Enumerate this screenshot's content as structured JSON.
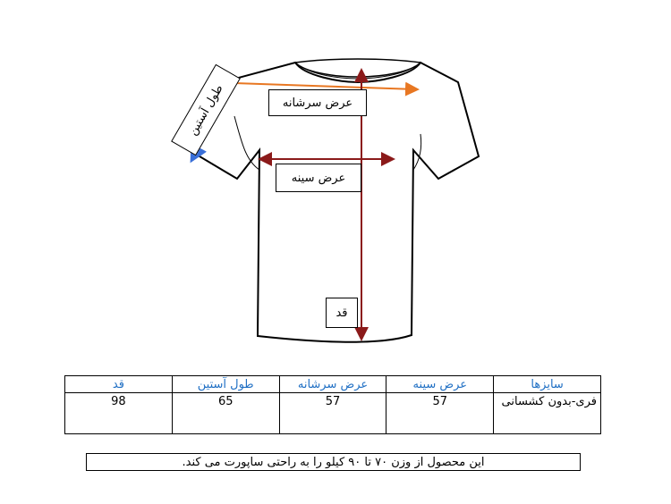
{
  "diagram": {
    "labels": {
      "shoulder_width": "عرض سرشانه",
      "chest_width": "عرض سینه",
      "sleeve_length": "طول آستین",
      "height": "قد"
    },
    "colors": {
      "shoulder_arrow": "#e87722",
      "sleeve_arrow": "#3a6fd8",
      "measure_arrow": "#8b1a1a"
    }
  },
  "table": {
    "headers": [
      "سایزها",
      "عرض سینه",
      "عرض سرشانه",
      "طول آستین",
      "قد"
    ],
    "rows": [
      [
        "فری-بدون کشسانی",
        "57",
        "57",
        "65",
        "98"
      ]
    ]
  },
  "note": "این محصول از وزن ۷۰ تا ۹۰ کیلو را به راحتی ساپورت می کند."
}
